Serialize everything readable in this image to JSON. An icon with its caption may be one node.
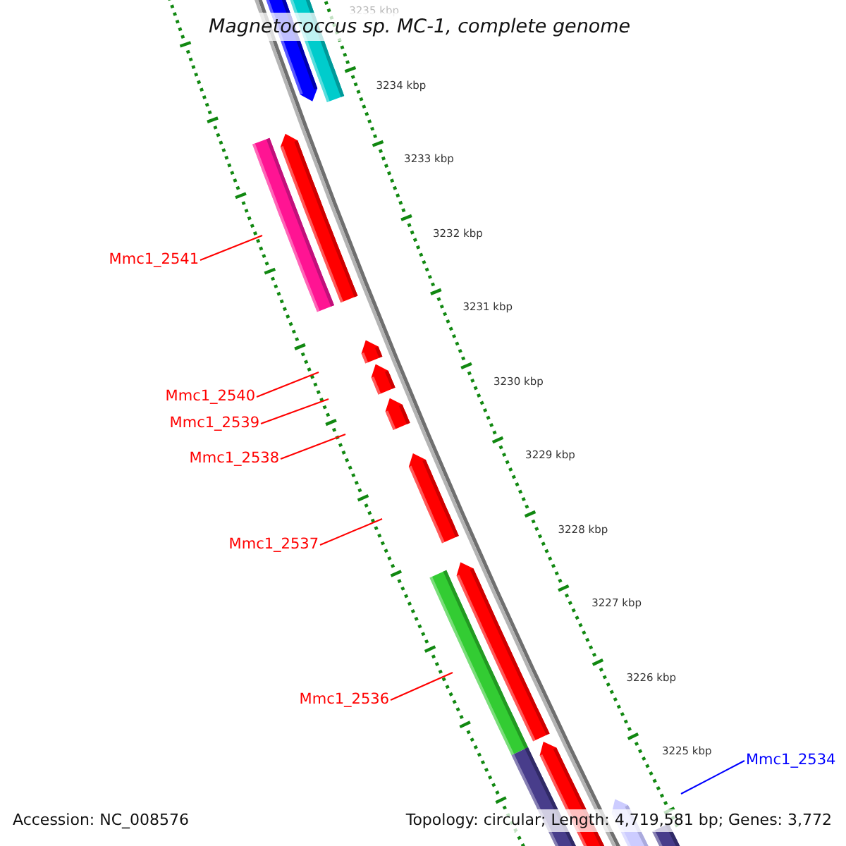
{
  "diagram": {
    "title": "Magnetococcus sp. MC-1, complete genome",
    "nodes": [
      {
        "text": [
          "Mmc1_2541"
        ]
      },
      {
        "text": [
          "Mmc1_2540"
        ]
      },
      {
        "text": [
          "Mmc1_2539"
        ]
      },
      {
        "text": [
          "Mmc1_2538"
        ]
      },
      {
        "text": [
          "Mmc1_2537"
        ]
      },
      {
        "text": [
          "Mmc1_2536"
        ]
      },
      {
        "text": [
          "Mmc1_2534"
        ]
      }
    ],
    "edges": [
      {
        "from": 0,
        "to": null,
        "arrow": "none"
      },
      {
        "from": 1,
        "to": null,
        "arrow": "none"
      },
      {
        "from": 2,
        "to": null,
        "arrow": "none"
      },
      {
        "from": 3,
        "to": null,
        "arrow": "none"
      },
      {
        "from": 4,
        "to": null,
        "arrow": "none"
      },
      {
        "from": 5,
        "to": null,
        "arrow": "none"
      },
      {
        "from": 6,
        "to": null,
        "arrow": "none",
        "color": "#0000ff"
      }
    ],
    "labels": [
      "3235 kbp",
      "3234 kbp",
      "3233 kbp",
      "3232 kbp",
      "3231 kbp",
      "3230 kbp",
      "3229 kbp",
      "3228 kbp",
      "3227 kbp",
      "3226 kbp",
      "3225 kbp",
      "Accession: NC_008576",
      "Topology: circular; Length: 4,719,581 bp; Genes: 3,772"
    ]
  }
}
